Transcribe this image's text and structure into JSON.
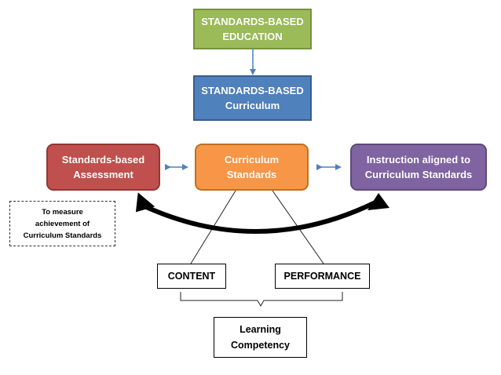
{
  "nodes": {
    "standards_based_education": "STANDARDS-BASED\nEDUCATION",
    "standards_based_curriculum": "STANDARDS-BASED\nCurriculum",
    "standards_based_assessment": "Standards-based\nAssessment",
    "curriculum_standards": "Curriculum\nStandards",
    "instruction_aligned": "Instruction aligned to\nCurriculum Standards",
    "assessment_note": "To measure\nachievement of\nCurriculum Standards",
    "content": "CONTENT",
    "performance": "PERFORMANCE",
    "learning_competency": "Learning\nCompetency"
  },
  "colors": {
    "education": "#9bbb59",
    "curriculum": "#4f81bd",
    "assessment": "#c0504d",
    "standards": "#f79646",
    "instruction": "#8064a2",
    "connector_arrow": "#4f81bd",
    "curved_arrow": "#000000"
  },
  "edges": [
    {
      "from": "standards_based_education",
      "to": "standards_based_curriculum",
      "type": "arrow"
    },
    {
      "from": "curriculum_standards",
      "to": "standards_based_assessment",
      "type": "double-arrow"
    },
    {
      "from": "curriculum_standards",
      "to": "instruction_aligned",
      "type": "double-arrow"
    },
    {
      "from": "instruction_aligned",
      "to": "standards_based_assessment",
      "type": "curved-double-arrow"
    },
    {
      "from": "curriculum_standards",
      "to": "content",
      "type": "line"
    },
    {
      "from": "curriculum_standards",
      "to": "performance",
      "type": "line"
    },
    {
      "from": "content",
      "to": "learning_competency",
      "type": "brace"
    },
    {
      "from": "performance",
      "to": "learning_competency",
      "type": "brace"
    }
  ]
}
